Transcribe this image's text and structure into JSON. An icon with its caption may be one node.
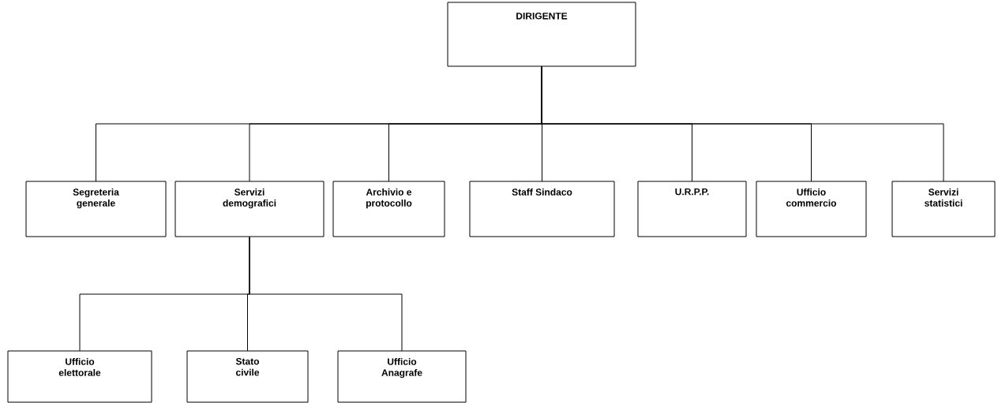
{
  "diagram": {
    "nodes": [
      {
        "text": [
          "DIRIGENTE"
        ]
      },
      {
        "text": [
          "Segreteria generale"
        ]
      },
      {
        "text": [
          "Servizi demografici"
        ]
      },
      {
        "text": [
          "Archivio e protocollo"
        ]
      },
      {
        "text": [
          "Staff Sindaco"
        ]
      },
      {
        "text": [
          "U.R.P.P."
        ]
      },
      {
        "text": [
          "Ufficio commercio"
        ]
      },
      {
        "text": [
          "Servizi statistici"
        ]
      },
      {
        "text": [
          "Ufficio elettorale"
        ]
      },
      {
        "text": [
          "Stato civile"
        ]
      },
      {
        "text": [
          "Ufficio Anagrafe"
        ]
      }
    ],
    "edges": [
      {
        "from": 0,
        "to": 1,
        "arrow": "none"
      },
      {
        "from": 0,
        "to": 2,
        "arrow": "none"
      },
      {
        "from": 0,
        "to": 3,
        "arrow": "none"
      },
      {
        "from": 0,
        "to": 4,
        "arrow": "none"
      },
      {
        "from": 0,
        "to": 5,
        "arrow": "none"
      },
      {
        "from": 0,
        "to": 6,
        "arrow": "none"
      },
      {
        "from": 0,
        "to": 7,
        "arrow": "none"
      },
      {
        "from": 2,
        "to": 8,
        "arrow": "none"
      },
      {
        "from": 2,
        "to": 9,
        "arrow": "none"
      },
      {
        "from": 2,
        "to": 10,
        "arrow": "none"
      }
    ]
  }
}
